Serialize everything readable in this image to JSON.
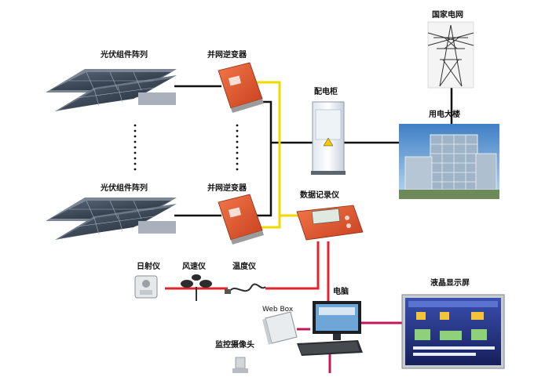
{
  "labels": {
    "pv_array_top": "光伏组件阵列",
    "pv_array_bottom": "光伏组件阵列",
    "inverter_top": "并网逆变器",
    "inverter_bottom": "并网逆变器",
    "distribution_cabinet": "配电柜",
    "national_grid": "国家电网",
    "power_building": "用电大楼",
    "data_logger": "数据记录仪",
    "irradiance_meter": "日射仪",
    "anemometer": "风速仪",
    "thermometer": "温度仪",
    "computer": "电脑",
    "web_box": "Web Box",
    "camera": "监控摄像头",
    "lcd_display": "液晶显示屏"
  },
  "colors": {
    "dc_wire": "#111111",
    "ac_wire": "#f2d800",
    "data_wire": "#e0242b",
    "net_wire": "#c2185b",
    "inverter": "#e8542c",
    "panel": "#2f3a4a"
  }
}
